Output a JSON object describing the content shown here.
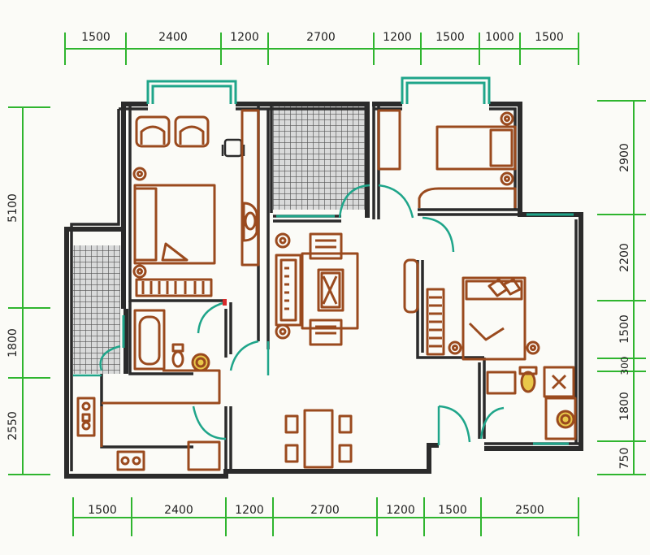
{
  "colors": {
    "wall": "#2b2b2b",
    "furniture": "#9a4a1e",
    "dimension": "#2fb52f",
    "window": "#1fa58a",
    "door": "#1fa58a",
    "balcony": "#6f7374",
    "fixture_fill": "#e9c84a",
    "background": "#fbfbf7"
  },
  "dimensions": {
    "top": [
      "1500",
      "2400",
      "1200",
      "2700",
      "1200",
      "1500",
      "1000",
      "1500"
    ],
    "bottom": [
      "1500",
      "2400",
      "1200",
      "2700",
      "1200",
      "1500",
      "2500"
    ],
    "left": [
      "5100",
      "1800",
      "2550"
    ],
    "right": [
      "2900",
      "2200",
      "1500",
      "300",
      "1800",
      "750"
    ]
  }
}
